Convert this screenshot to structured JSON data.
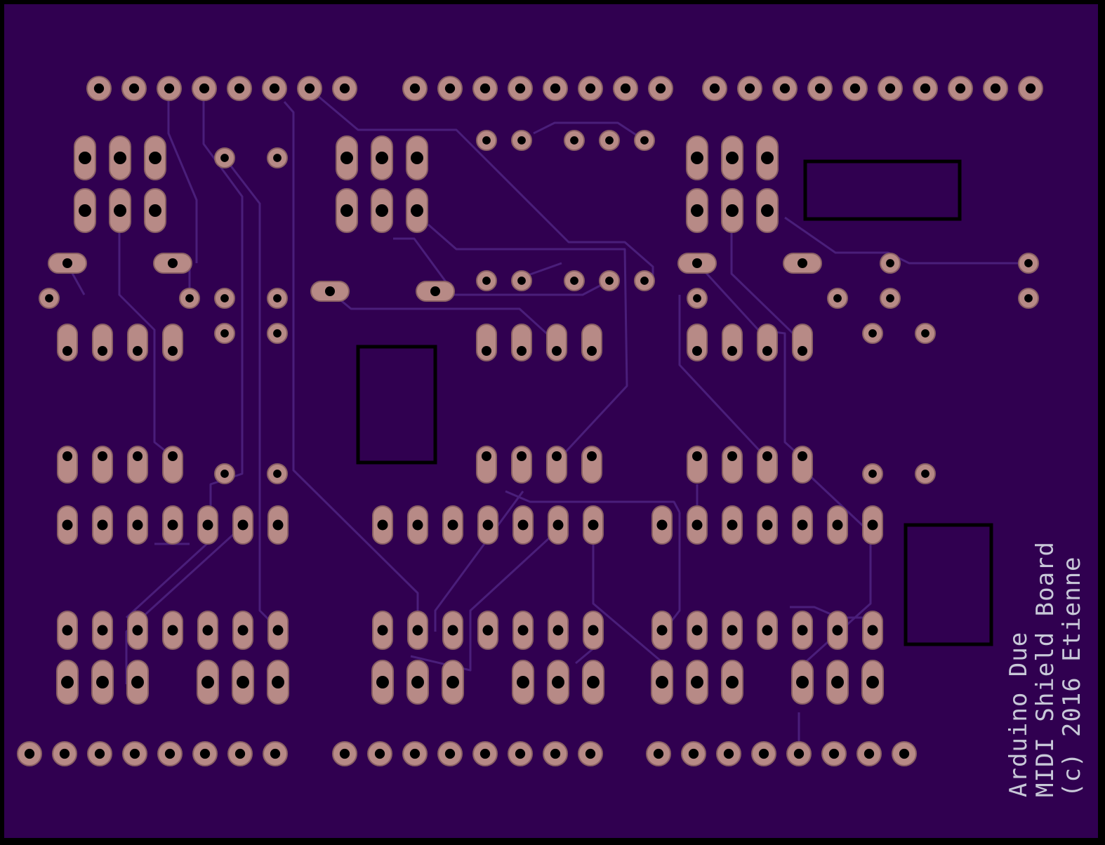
{
  "board": {
    "colors": {
      "background": "#000000",
      "substrate": "#300050",
      "trace": "#4a1e7a",
      "pad": "#b78a86",
      "pad_outline": "#8a6064",
      "drill": "#000000",
      "silkscreen_outline": "#000000",
      "silkscreen_text": "#c8c8d8"
    },
    "silkscreen_lines": [
      "Arduino Due",
      "MIDI Shield Board",
      "(c) 2016  Etienne"
    ],
    "icons": {
      "round_pad": "round-pad-icon",
      "oblong_pad": "oblong-pad-icon",
      "via": "via-icon",
      "component_outline": "component-outline-icon"
    }
  }
}
